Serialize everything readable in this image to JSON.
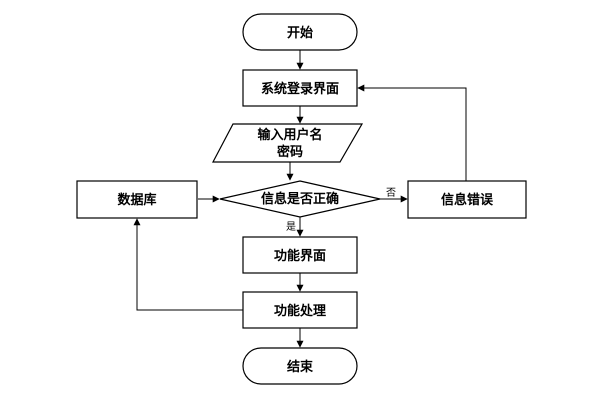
{
  "nodes": {
    "start": "开始",
    "login": "系统登录界面",
    "input_line1": "输入用户名",
    "input_line2": "密码",
    "decision": "信息是否正确",
    "database": "数据库",
    "error": "信息错误",
    "function_ui": "功能界面",
    "process": "功能处理",
    "end": "结束"
  },
  "edges": {
    "yes_label": "是",
    "no_label": "否"
  }
}
